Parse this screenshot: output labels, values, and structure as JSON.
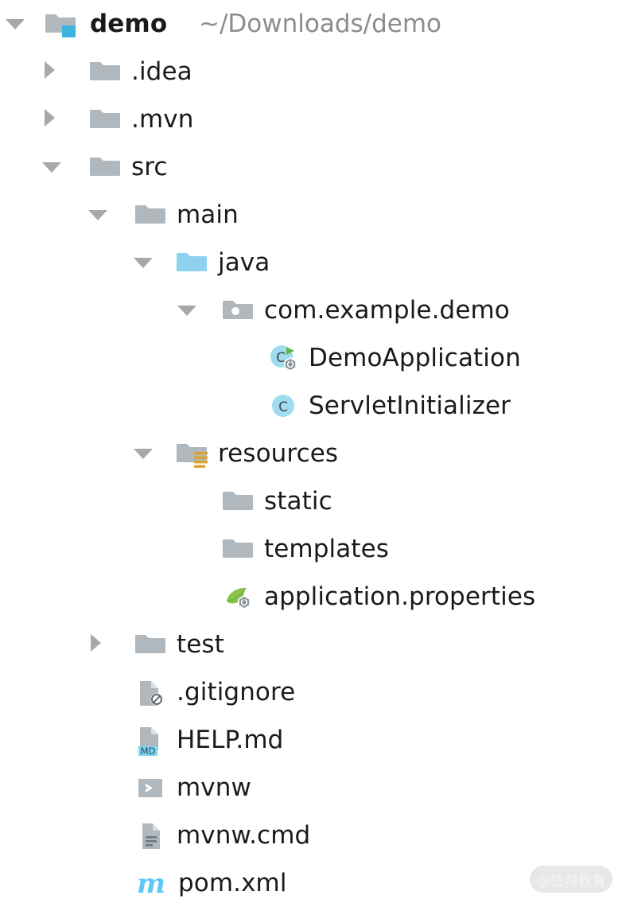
{
  "window": {
    "title": "demo",
    "kind": "project-tree"
  },
  "colors": {
    "folder_gray": "#b0b8bd",
    "folder_blue": "#8ed2ef",
    "module_badge_blue": "#3db3e0",
    "class_circle": "#9fdcf0",
    "run_arrow_green": "#62b543",
    "spring_leaf_green": "#8bc34a",
    "resources_orange": "#d9a334",
    "md_badge_blue": "#7fd4f2",
    "maven_m": "#5bc8f5",
    "text": "#1a1a1a",
    "path_text": "#8c8c8c",
    "arrow_gray": "#a8a8a8",
    "background": "#ffffff"
  },
  "tree": {
    "rows": [
      {
        "label": "demo",
        "path": "~/Downloads/demo",
        "icon": "module-folder-icon",
        "arrow": "down",
        "depth": 0,
        "bold": true
      },
      {
        "label": ".idea",
        "icon": "folder-icon",
        "arrow": "right",
        "depth": 1,
        "bold": false
      },
      {
        "label": ".mvn",
        "icon": "folder-icon",
        "arrow": "right",
        "depth": 1,
        "bold": false
      },
      {
        "label": "src",
        "icon": "folder-icon",
        "arrow": "down",
        "depth": 1,
        "bold": false
      },
      {
        "label": "main",
        "icon": "folder-icon",
        "arrow": "down",
        "depth": 2,
        "bold": false
      },
      {
        "label": "java",
        "icon": "source-root-folder-icon",
        "arrow": "down",
        "depth": 3,
        "bold": false
      },
      {
        "label": "com.example.demo",
        "icon": "package-icon",
        "arrow": "down",
        "depth": 4,
        "bold": false
      },
      {
        "label": "DemoApplication",
        "icon": "spring-boot-class-icon",
        "arrow": "none",
        "depth": 5,
        "bold": false
      },
      {
        "label": "ServletInitializer",
        "icon": "java-class-icon",
        "arrow": "none",
        "depth": 5,
        "bold": false
      },
      {
        "label": "resources",
        "icon": "resources-folder-icon",
        "arrow": "down",
        "depth": 3,
        "bold": false
      },
      {
        "label": "static",
        "icon": "folder-icon",
        "arrow": "none",
        "depth": 4,
        "bold": false
      },
      {
        "label": "templates",
        "icon": "folder-icon",
        "arrow": "none",
        "depth": 4,
        "bold": false
      },
      {
        "label": "application.properties",
        "icon": "spring-properties-icon",
        "arrow": "none",
        "depth": 4,
        "bold": false
      },
      {
        "label": "test",
        "icon": "folder-icon",
        "arrow": "right",
        "depth": 2,
        "bold": false
      },
      {
        "label": ".gitignore",
        "icon": "ignored-file-icon",
        "arrow": "none",
        "depth": 2,
        "bold": false
      },
      {
        "label": "HELP.md",
        "icon": "markdown-file-icon",
        "arrow": "none",
        "depth": 2,
        "bold": false
      },
      {
        "label": "mvnw",
        "icon": "shell-script-icon",
        "arrow": "none",
        "depth": 2,
        "bold": false
      },
      {
        "label": "mvnw.cmd",
        "icon": "text-file-icon",
        "arrow": "none",
        "depth": 2,
        "bold": false
      },
      {
        "label": "pom.xml",
        "icon": "maven-file-icon",
        "arrow": "none",
        "depth": 2,
        "bold": false
      }
    ]
  },
  "watermark": {
    "text": "@拉勾教育"
  }
}
